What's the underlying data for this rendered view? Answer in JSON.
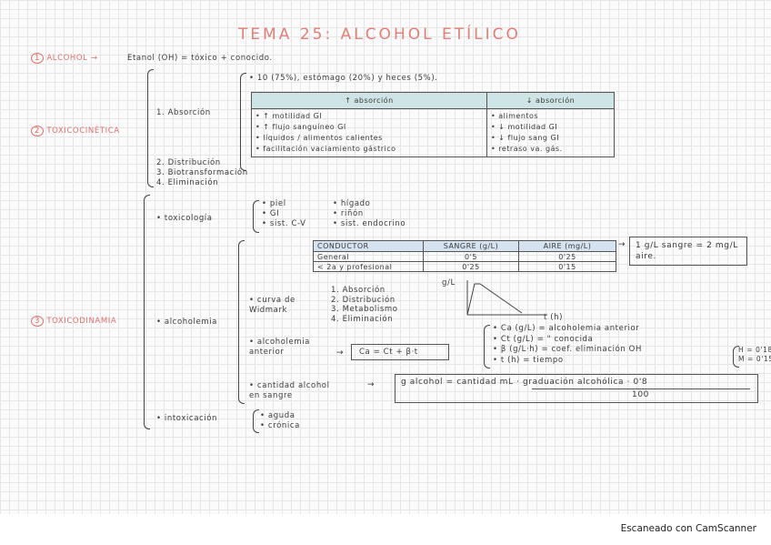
{
  "title": "TEMA 25: ALCOHOL ETÍLICO",
  "s1": {
    "num": "1",
    "label": "ALCOHOL",
    "text": "Etanol (OH) = tóxico + conocido."
  },
  "s2": {
    "num": "2",
    "label": "TOXICOCINÉTICA",
    "absorcion": "1. Absorción",
    "abs_line": "• 10 (75%), estómago (20%) y heces (5%).",
    "table": {
      "h1": "↑ absorción",
      "h2": "↓ absorción",
      "c1": [
        "• ↑ motilidad GI",
        "• ↑ flujo sanguíneo GI",
        "• líquidos / alimentos calientes",
        "• facilitación vaciamiento gástrico"
      ],
      "c2": [
        "• alimentos",
        "• ↓ motilidad GI",
        "• ↓ flujo sang GI",
        "• retraso va. gás."
      ]
    },
    "distribucion": "2. Distribución",
    "biotrans": "3. Biotransformación",
    "eliminacion": "4. Eliminación"
  },
  "s3": {
    "num": "3",
    "label": "TOXICODINAMIA",
    "toxicologia": "• toxicología",
    "tox_col1": [
      "• piel",
      "• GI",
      "• sist. C-V"
    ],
    "tox_col2": [
      "• hígado",
      "• riñón",
      "• sist. endocrino"
    ],
    "alcoholemia": "• alcoholemia",
    "cond_table": {
      "h": [
        "CONDUCTOR",
        "SANGRE (g/L)",
        "AIRE (mg/L)"
      ],
      "rows": [
        [
          "General",
          "0'5",
          "0'25"
        ],
        [
          "< 2a y profesional",
          "0'25",
          "0'15"
        ]
      ]
    },
    "equiv": "1 g/L sangre = 2 mg/L aire.",
    "widmark_label": [
      "• curva de",
      "Widmark"
    ],
    "widmark_steps": [
      "1. Absorción",
      "2. Distribución",
      "3. Metabolismo",
      "4. Eliminación"
    ],
    "graph_y": "g/L",
    "graph_x": "t (h)",
    "anterior_label": [
      "• alcoholemia",
      "anterior"
    ],
    "formula": "Ca = Ct + β·t",
    "defs": [
      "• Ca (g/L) = alcoholemia anterior",
      "• Ct (g/L) = \" conocida",
      "• β (g/L·h) = coef. eliminación OH",
      "• t (h) = tiempo"
    ],
    "coef": [
      "H = 0'18",
      "M = 0'15"
    ],
    "cantidad_label": [
      "• cantidad alcohol",
      "en sangre"
    ],
    "cant_num": "g alcohol = cantidad mL · graduación alcohólica · 0'8",
    "cant_den": "100",
    "intox": "• intoxicación",
    "intox_items": [
      "• aguda",
      "• crónica"
    ]
  },
  "footer": "Escaneado con CamScanner"
}
